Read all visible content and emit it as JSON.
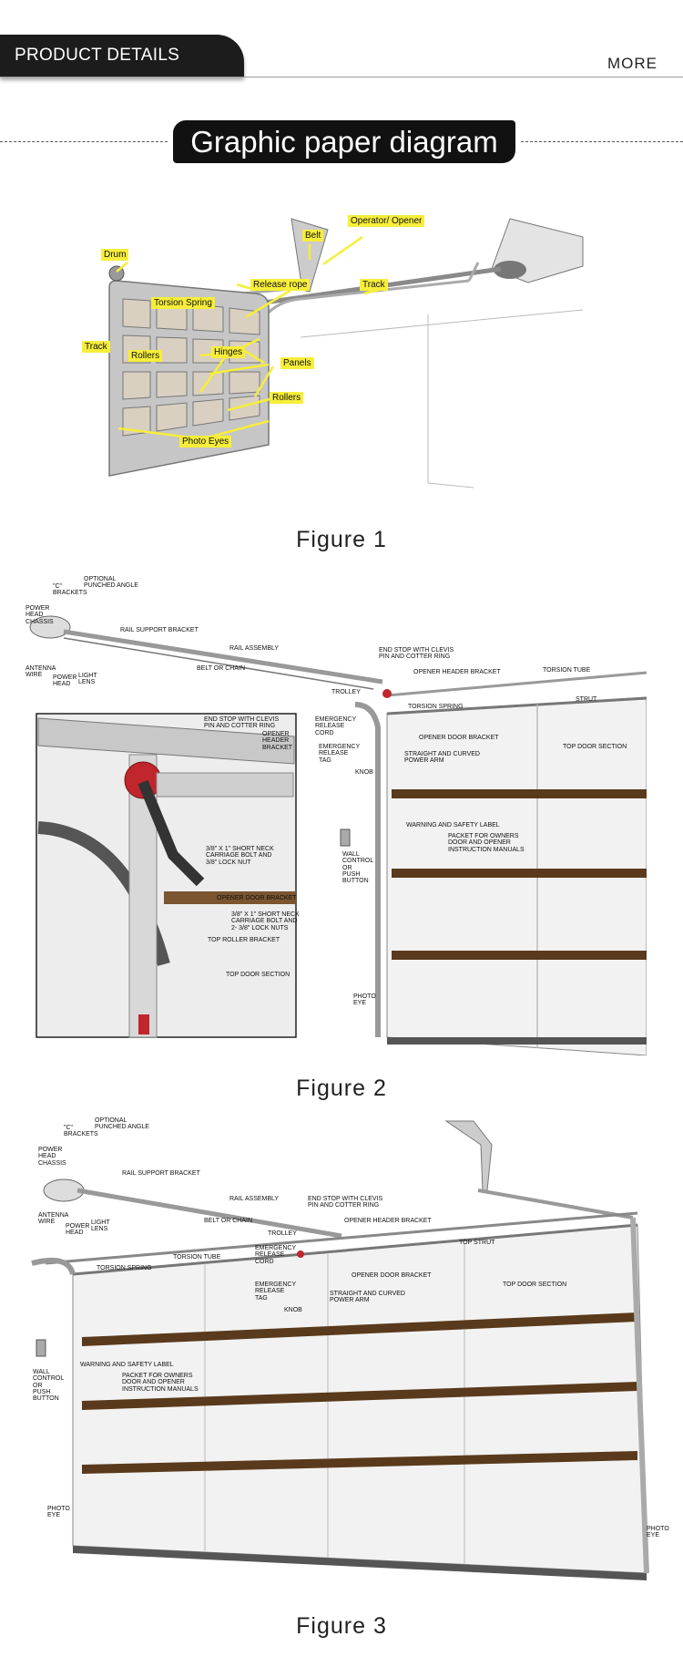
{
  "header": {
    "tab_label": "PRODUCT DETAILS",
    "more_label": "MORE"
  },
  "banner": {
    "title": "Graphic paper diagram"
  },
  "figure1": {
    "caption": "Figure 1",
    "labels": {
      "drum": "Drum",
      "belt": "Belt",
      "operator": "Operator/ Opener",
      "torsion_spring": "Torsion Spring",
      "release_rope": "Release rope",
      "track_right": "Track",
      "track_left": "Track",
      "rollers_left": "Rollers",
      "hinges": "Hinges",
      "panels": "Panels",
      "rollers_right": "Rollers",
      "photo_eyes": "Photo Eyes"
    }
  },
  "figure2": {
    "caption": "Figure 2",
    "labels": {
      "c_brackets": "\"C\"\nBRACKETS",
      "optional_angle": "OPTIONAL\nPUNCHED ANGLE",
      "power_head_chassis": "POWER\nHEAD\nCHASSIS",
      "rail_support": "RAIL SUPPORT BRACKET",
      "rail_assembly": "RAIL ASSEMBLY",
      "belt_chain": "BELT OR CHAIN",
      "antenna": "ANTENNA\nWIRE",
      "power_head": "POWER\nHEAD",
      "light_lens": "LIGHT\nLENS",
      "end_stop": "END STOP WITH CLEVIS\nPIN AND COTTER RING",
      "opener_header": "OPENER HEADER BRACKET",
      "torsion_tube": "TORSION TUBE",
      "trolley": "TROLLEY",
      "torsion_spring": "TORSION SPRING",
      "strut": "STRUT",
      "emergency_cord": "EMERGENCY\nRELEASE\nCORD",
      "emergency_tag": "EMERGENCY\nRELEASE\nTAG",
      "opener_door": "OPENER DOOR BRACKET",
      "power_arm": "STRAIGHT AND CURVED\nPOWER ARM",
      "knob": "KNOB",
      "top_door": "TOP DOOR SECTION",
      "warning": "WARNING AND SAFETY LABEL",
      "packet": "PACKET FOR OWNERS\nDOOR AND OPENER\nINSTRUCTION MANUALS",
      "wall_control": "WALL\nCONTROL\nOR\nPUSH\nBUTTON",
      "photo_eye": "PHOTO\nEYE",
      "inset_end_stop": "END STOP WITH CLEVIS\nPIN AND COTTER RING",
      "inset_opener_header": "OPENER\nHEADER\nBRACKET",
      "inset_carriage_1": "3/8\" X 1\" SHORT NECK\nCARRIAGE BOLT AND\n3/8\" LOCK NUT",
      "inset_opener_door": "OPENER DOOR BRACKET",
      "inset_carriage_2": "3/8\" X 1\" SHORT NECK\nCARRIAGE BOLT AND\n2- 3/8\" LOCK NUTS",
      "inset_top_roller": "TOP ROLLER BRACKET",
      "inset_top_door": "TOP DOOR SECTION"
    }
  },
  "figure3": {
    "caption": "Figure 3",
    "labels": {
      "c_brackets": "\"C\"\nBRACKETS",
      "optional_angle": "OPTIONAL\nPUNCHED ANGLE",
      "power_head_chassis": "POWER\nHEAD\nCHASSIS",
      "rail_support": "RAIL SUPPORT BRACKET",
      "rail_assembly": "RAIL ASSEMBLY",
      "belt_chain": "BELT OR CHAIN",
      "antenna": "ANTENNA\nWIRE",
      "power_head": "POWER\nHEAD",
      "light_lens": "LIGHT\nLENS",
      "end_stop": "END STOP WITH CLEVIS\nPIN AND COTTER RING",
      "opener_header": "OPENER HEADER BRACKET",
      "trolley": "TROLLEY",
      "torsion_tube": "TORSION TUBE",
      "torsion_spring": "TORSION SPRING",
      "top_strut": "TOP STRUT",
      "emergency_cord": "EMERGENCY\nRELEASE\nCORD",
      "opener_door": "OPENER DOOR BRACKET",
      "top_door": "TOP DOOR SECTION",
      "emergency_tag": "EMERGENCY\nRELEASE\nTAG",
      "power_arm": "STRAIGHT AND CURVED\nPOWER ARM",
      "knob": "KNOB",
      "warning": "WARNING AND SAFETY LABEL",
      "packet": "PACKET FOR OWNERS\nDOOR AND OPENER\nINSTRUCTION MANUALS",
      "wall_control": "WALL\nCONTROL\nOR\nPUSH\nBUTTON",
      "photo_eye_left": "PHOTO\nEYE",
      "photo_eye_right": "PHOTO\nEYE"
    }
  },
  "colors": {
    "label_yellow": "#f6ee3a",
    "panel_beige": "#d9d0c2",
    "strut_brown": "#5a3a1c",
    "spring_red": "#c0262c"
  }
}
